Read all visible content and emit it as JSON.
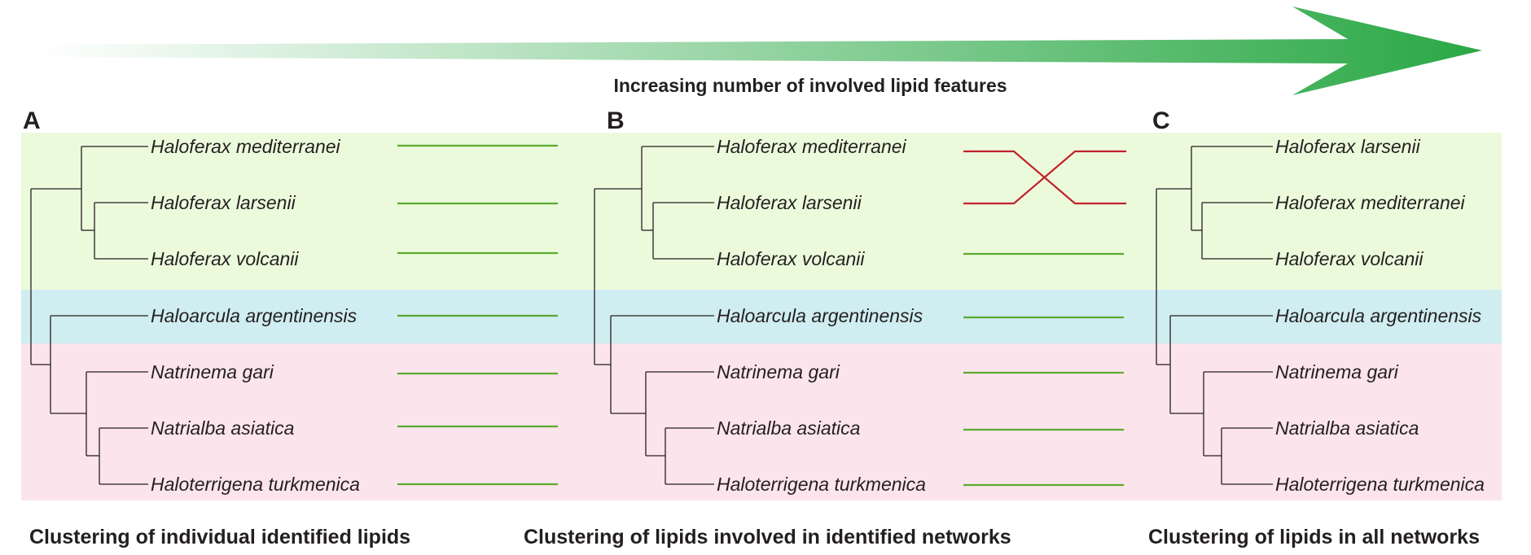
{
  "arrow": {
    "label": "Increasing number of involved lipid features",
    "color": "#2aa845"
  },
  "bands": {
    "green": "#ecfadc",
    "blue": "#d0edf1",
    "pink": "#fce4ec"
  },
  "panels": [
    {
      "letter": "A",
      "caption": "Clustering of individual identified lipids",
      "species": [
        "Haloferax mediterranei",
        "Haloferax larsenii",
        "Haloferax volcanii",
        "Haloarcula argentinensis",
        "Natrinema gari",
        "Natrialba asiatica",
        "Haloterrigena turkmenica"
      ]
    },
    {
      "letter": "B",
      "caption": "Clustering of  lipids involved in identified networks",
      "species": [
        "Haloferax mediterranei",
        "Haloferax larsenii",
        "Haloferax volcanii",
        "Haloarcula argentinensis",
        "Natrinema gari",
        "Natrialba asiatica",
        "Haloterrigena turkmenica"
      ]
    },
    {
      "letter": "C",
      "caption": "Clustering of  lipids in all networks",
      "species": [
        "Haloferax larsenii",
        "Haloferax mediterranei",
        "Haloferax volcanii",
        "Haloarcula argentinensis",
        "Natrinema gari",
        "Natrialba asiatica",
        "Haloterrigena turkmenica"
      ]
    }
  ],
  "connectors": {
    "match_color": "#5aaa2e",
    "swap_color": "#c0222a"
  }
}
